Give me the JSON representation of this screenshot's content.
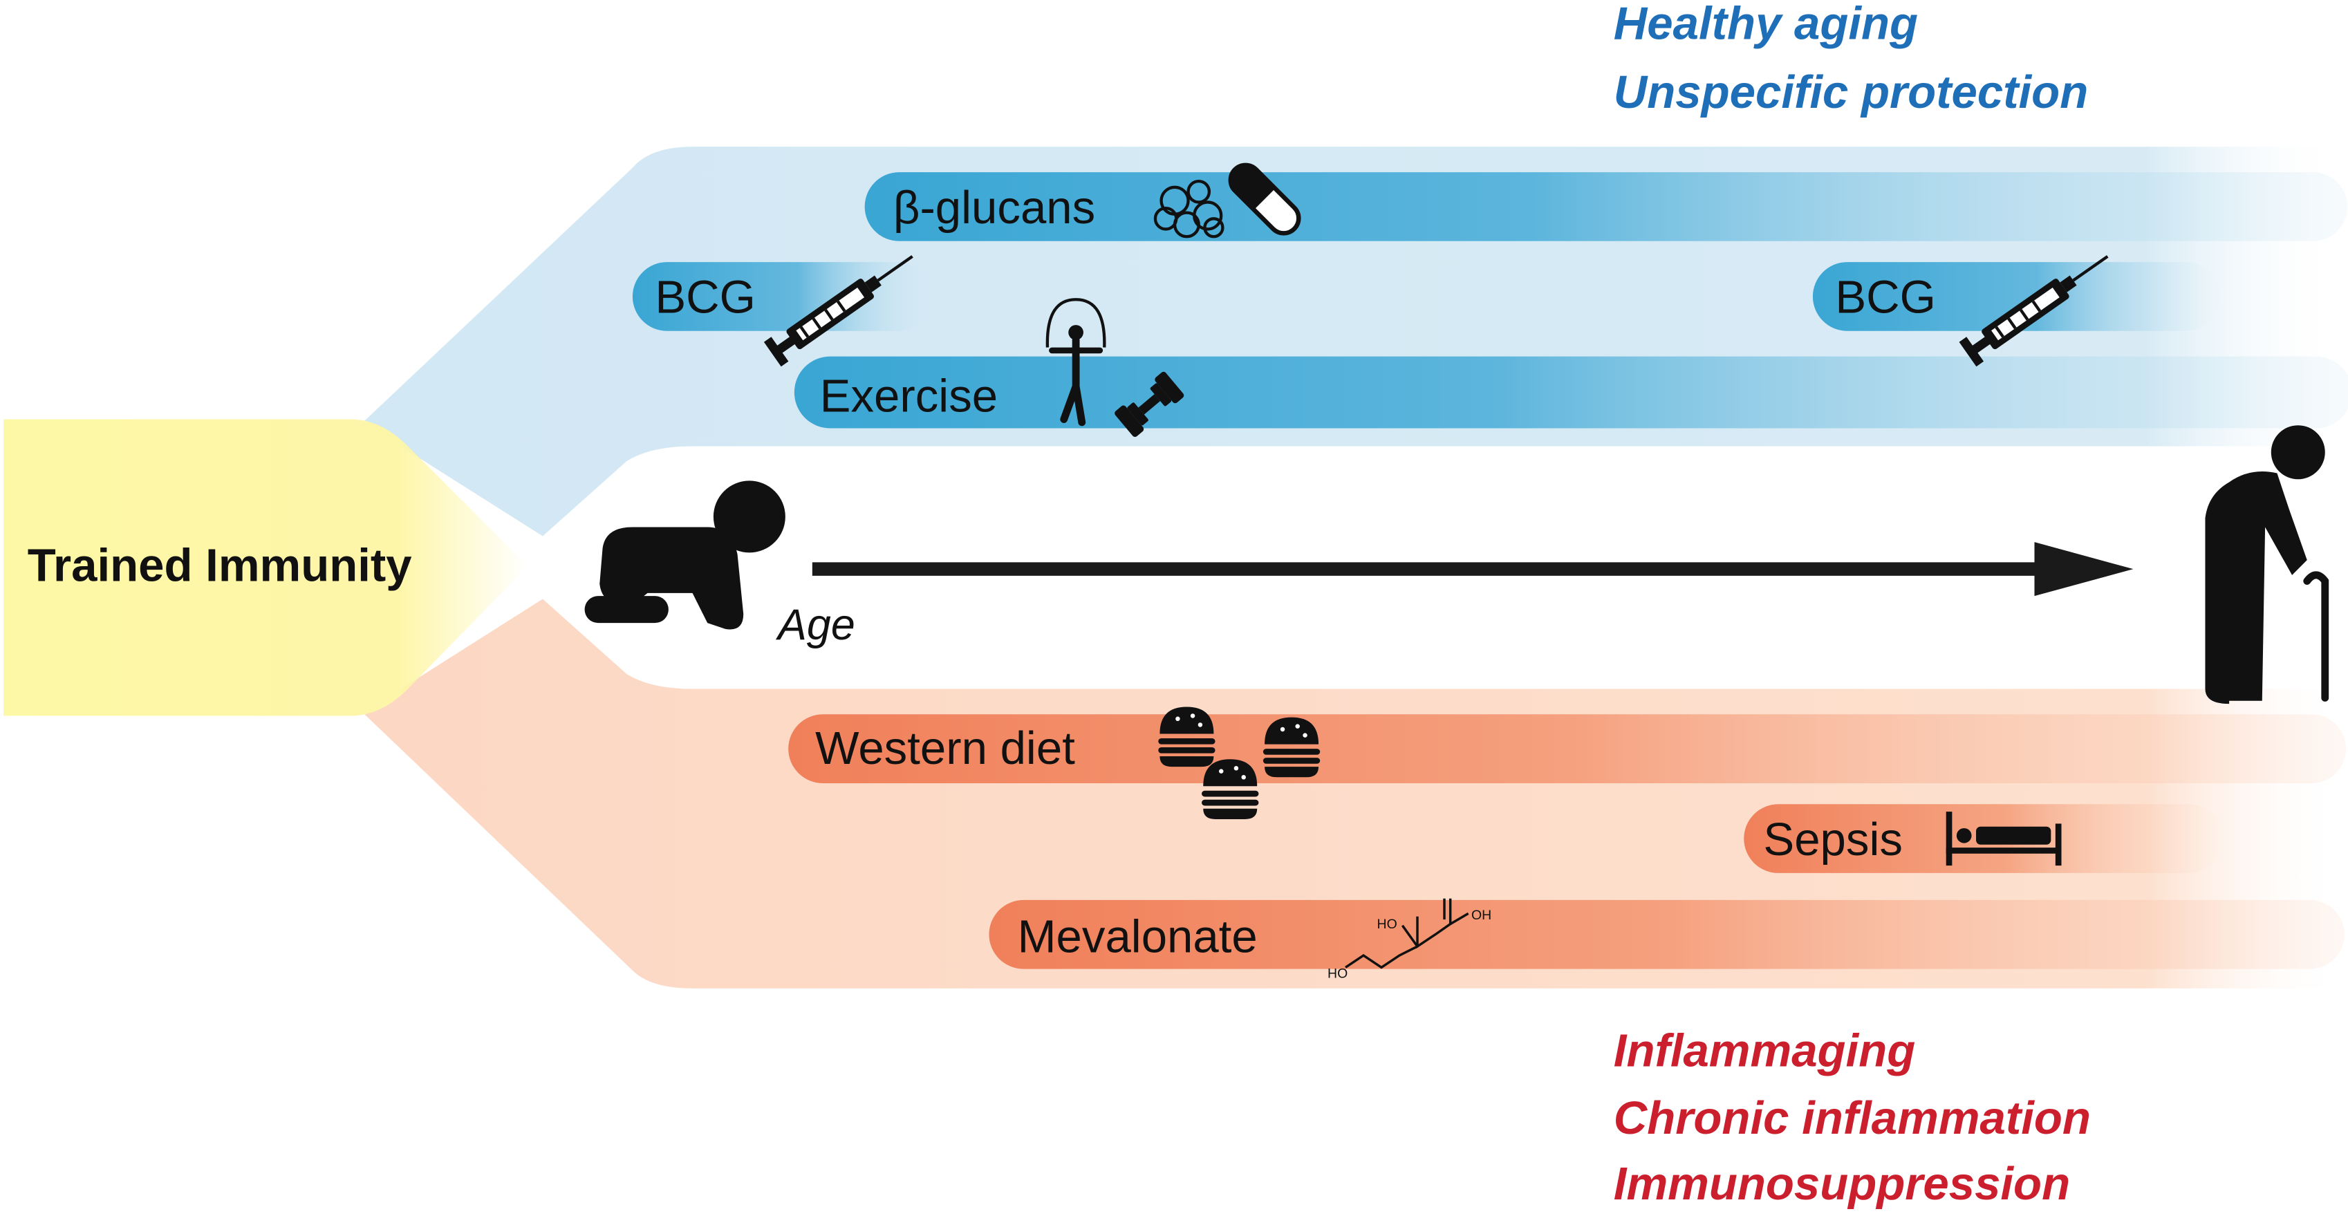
{
  "center_label": "Trained Immunity",
  "age_label": "Age",
  "positive_outcomes": [
    "Healthy aging",
    "Unspecific protection"
  ],
  "negative_outcomes": [
    "Inflammaging",
    "Chronic inflammation",
    "Immunosuppression"
  ],
  "positive_factors": {
    "glucans": "β-glucans",
    "bcg_early": "BCG",
    "exercise": "Exercise",
    "bcg_late": "BCG"
  },
  "negative_factors": {
    "western_diet": "Western diet",
    "sepsis": "Sepsis",
    "mevalonate": "Mevalonate"
  },
  "molecule_labels": {
    "ho_top": "HO",
    "oh": "OH",
    "ho_bottom": "HO"
  },
  "colors": {
    "positive_band": "#d4e9f4",
    "positive_pill": "#3aa6d4",
    "positive_text": "#1f6fb8",
    "negative_band": "#fcdcc8",
    "negative_pill": "#f0835c",
    "negative_text": "#cc1f2e",
    "origin": "#fdf7a8",
    "ink": "#111111"
  }
}
